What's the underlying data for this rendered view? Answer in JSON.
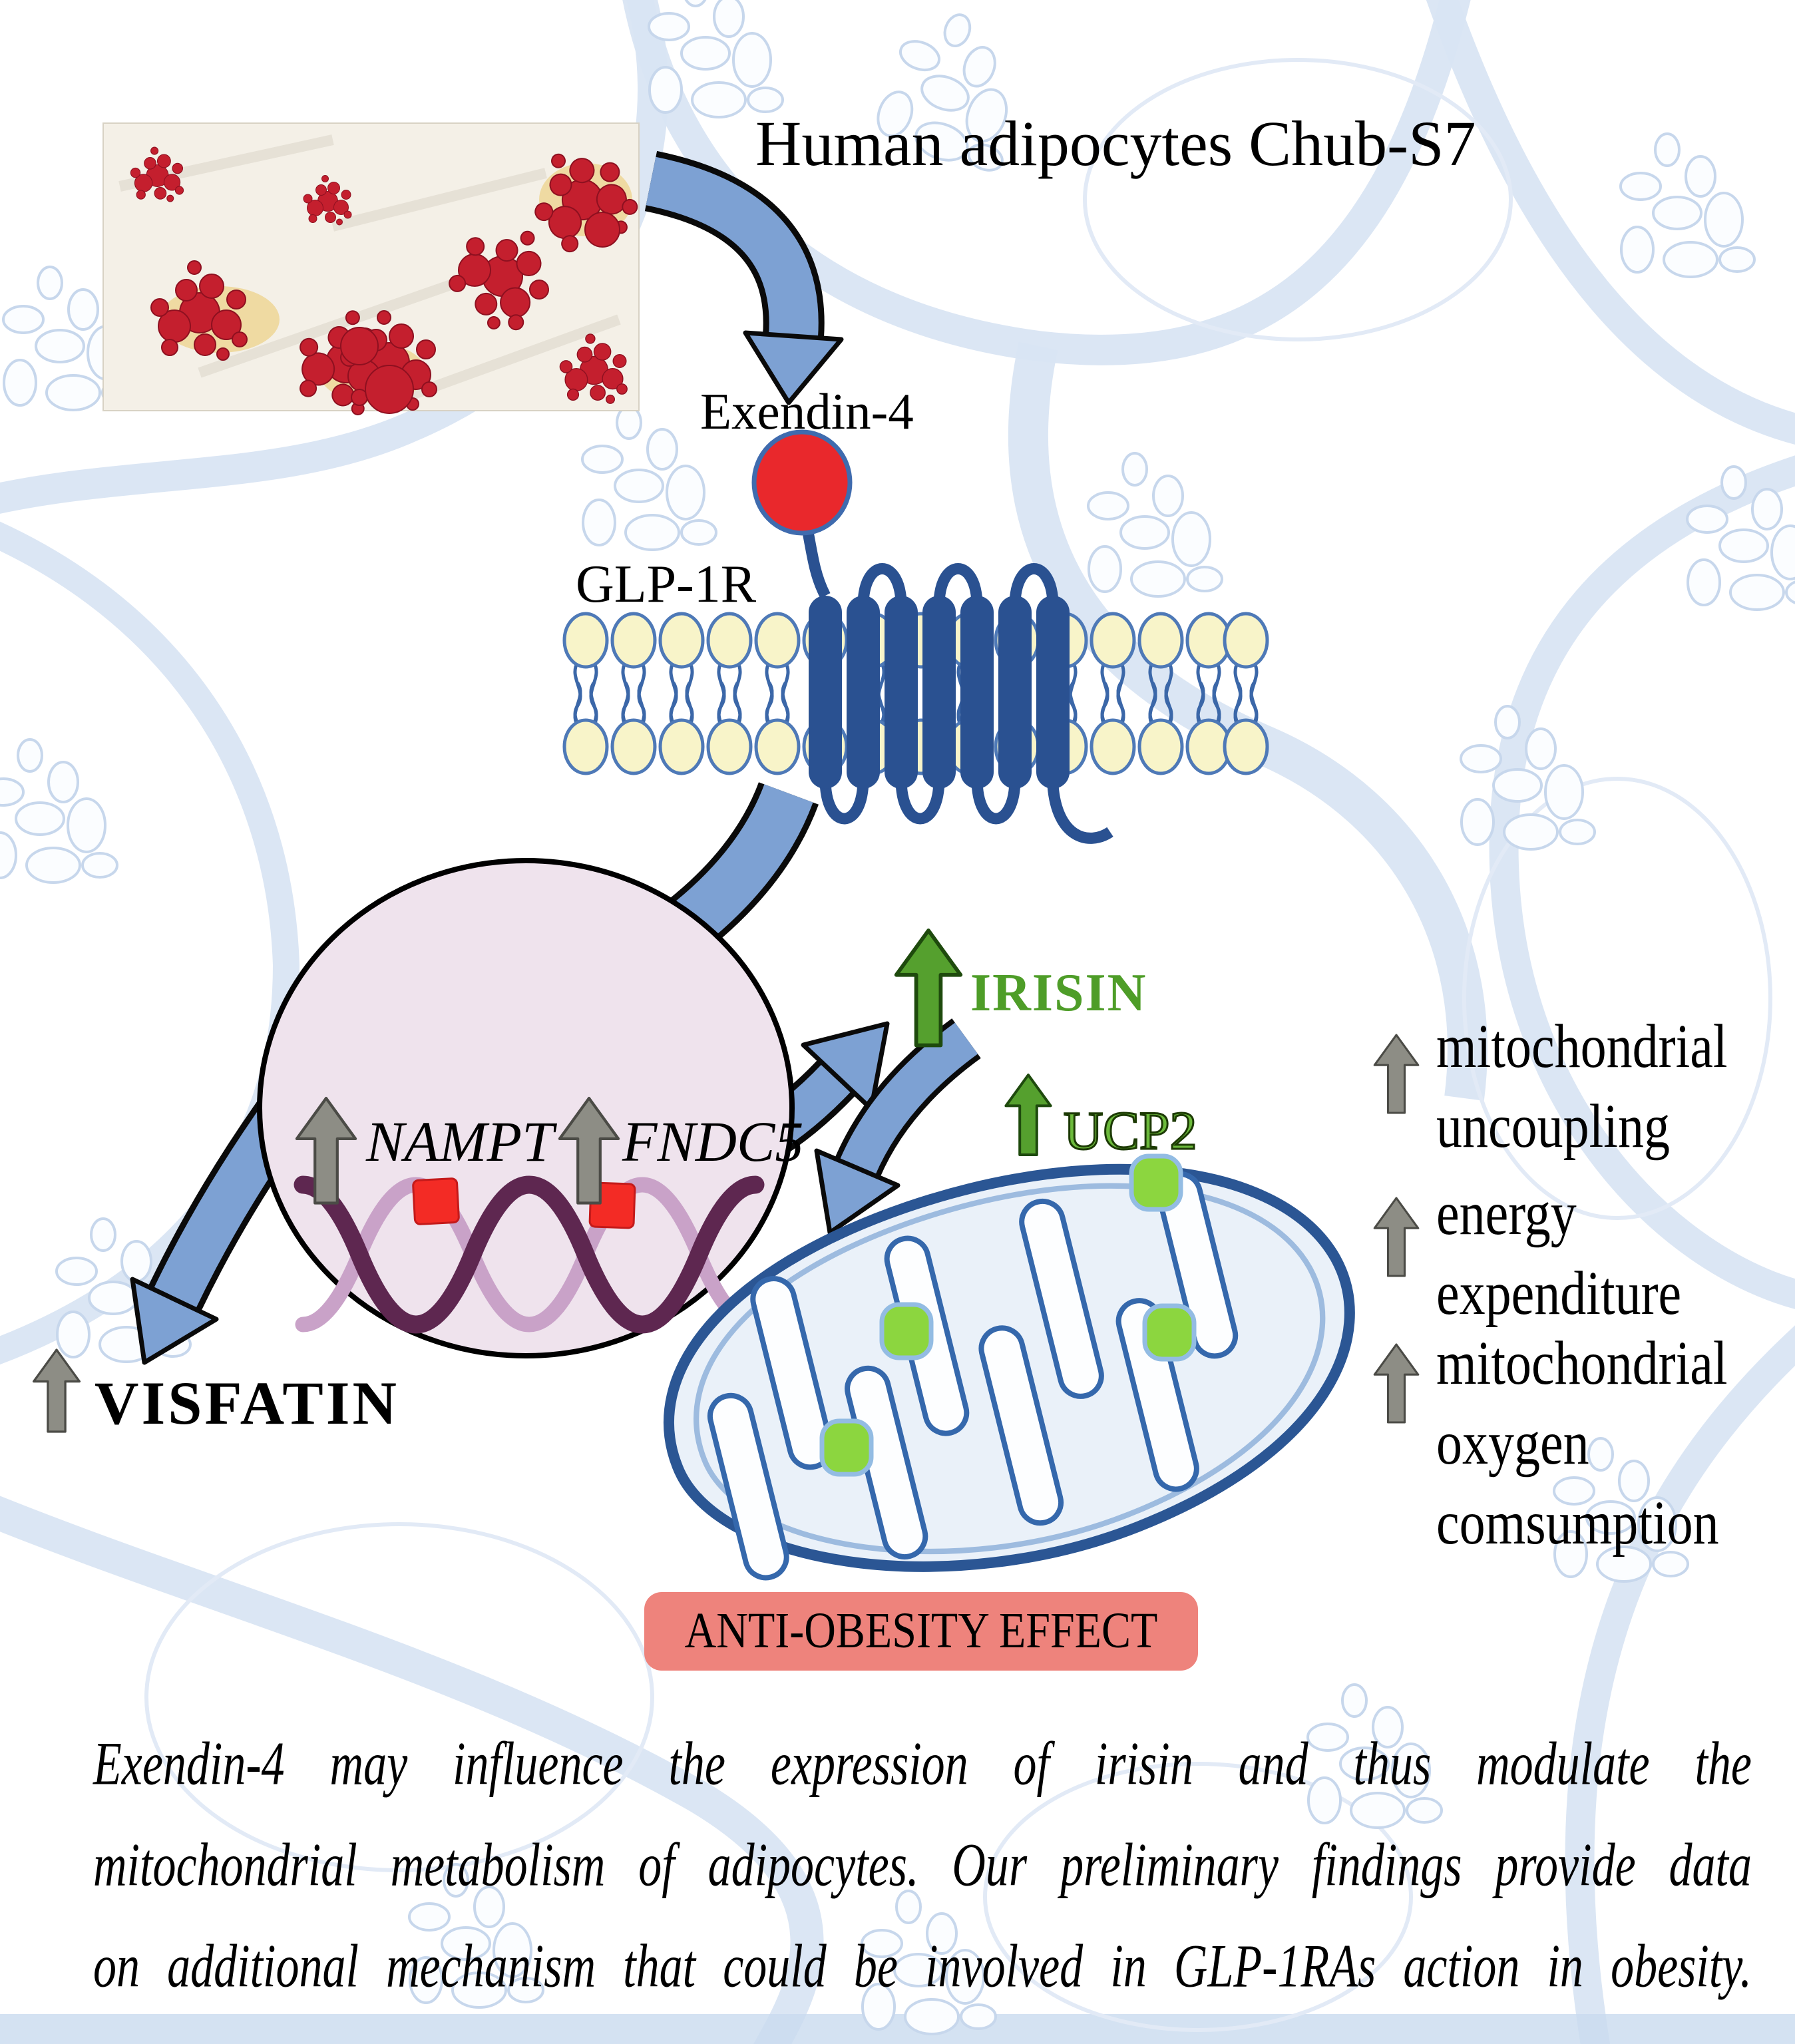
{
  "title": "Human adipocytes Chub-S7",
  "labels": {
    "ligand": "Exendin-4",
    "receptor": "GLP-1R",
    "gene1": "NAMPT",
    "gene2": "FNDC5",
    "visfatin": "VISFATIN",
    "irisin": "IRISIN",
    "ucp2": "UCP2"
  },
  "effects": [
    {
      "lines": [
        "mitochondrial",
        "uncoupling"
      ]
    },
    {
      "lines": [
        "energy",
        "expenditure"
      ]
    },
    {
      "lines": [
        "mitochondrial",
        "oxygen",
        "comsumption"
      ]
    }
  ],
  "banner": {
    "text": "ANTI-OBESITY EFFECT"
  },
  "summary": {
    "lines": [
      "Exendin-4 may influence the expression of irisin and thus modulate the",
      "mitochondrial metabolism of adipocytes. Our preliminary findings provide data",
      "on additional mechanism that could be involved in GLP-1RAs action in obesity."
    ]
  },
  "colors": {
    "text": "#000000",
    "blue_arrow": "#7DA1D3",
    "arrow_outline": "#0A0A0A",
    "lipid_head": "#F8F4C9",
    "membrane_blue": "#2A5191",
    "nucleus_fill": "#EFE3ED",
    "dna_dark": "#5E2750",
    "dna_light": "#C9A2C8",
    "marker_red": "#F32B25",
    "ligand_red": "#E9282C",
    "gray_arrow": "#8D8D85",
    "green": "#4E9D28",
    "green_arrow": "#55A02E",
    "mito_stroke": "#2B5694",
    "mito_fill": "#EAF1F9",
    "cristae": "#3568AC",
    "ucp2_dot": "#8CD63F",
    "banner_bg": "#EE837C",
    "pattern_blue": "#D9E5F3",
    "droplet": "#C41F2E"
  }
}
